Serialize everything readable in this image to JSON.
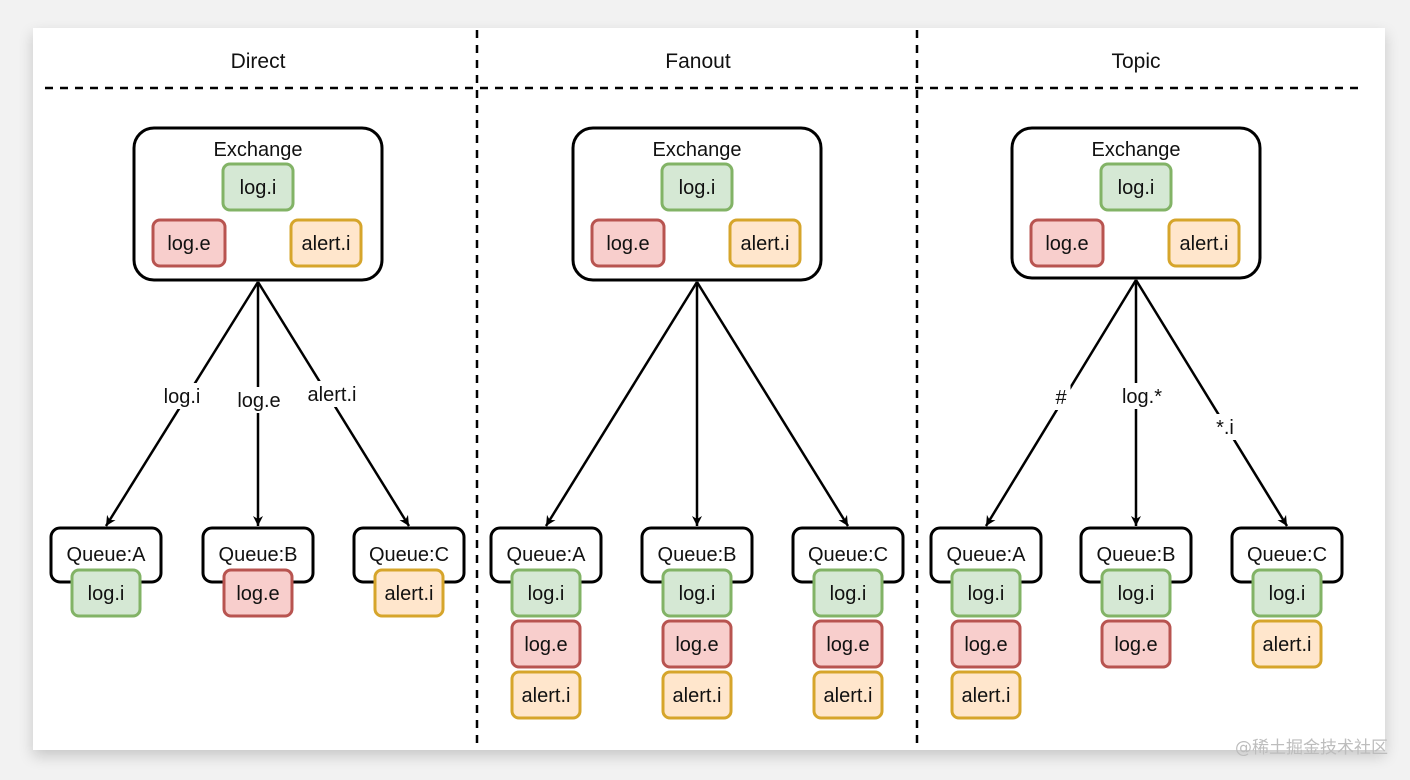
{
  "colors": {
    "info_fill": "#d5e8d4",
    "info_stroke": "#82b366",
    "error_fill": "#f8cecc",
    "error_stroke": "#b85450",
    "alert_fill": "#ffe6cc",
    "alert_stroke": "#d6a52b",
    "line": "#000000"
  },
  "sections": [
    {
      "title": "Direct",
      "exchange": {
        "label": "Exchange",
        "keys": [
          "log.i",
          "log.e",
          "alert.i"
        ]
      },
      "edge_labels": [
        "log.i",
        "log.e",
        "alert.i"
      ],
      "queues": [
        {
          "name": "Queue:A",
          "messages": [
            "log.i"
          ]
        },
        {
          "name": "Queue:B",
          "messages": [
            "log.e"
          ]
        },
        {
          "name": "Queue:C",
          "messages": [
            "alert.i"
          ]
        }
      ]
    },
    {
      "title": "Fanout",
      "exchange": {
        "label": "Exchange",
        "keys": [
          "log.i",
          "log.e",
          "alert.i"
        ]
      },
      "edge_labels": [
        "",
        "",
        ""
      ],
      "queues": [
        {
          "name": "Queue:A",
          "messages": [
            "log.i",
            "log.e",
            "alert.i"
          ]
        },
        {
          "name": "Queue:B",
          "messages": [
            "log.i",
            "log.e",
            "alert.i"
          ]
        },
        {
          "name": "Queue:C",
          "messages": [
            "log.i",
            "log.e",
            "alert.i"
          ]
        }
      ]
    },
    {
      "title": "Topic",
      "exchange": {
        "label": "Exchange",
        "keys": [
          "log.i",
          "log.e",
          "alert.i"
        ]
      },
      "edge_labels": [
        "#",
        "log.*",
        "*.i"
      ],
      "queues": [
        {
          "name": "Queue:A",
          "messages": [
            "log.i",
            "log.e",
            "alert.i"
          ]
        },
        {
          "name": "Queue:B",
          "messages": [
            "log.i",
            "log.e"
          ]
        },
        {
          "name": "Queue:C",
          "messages": [
            "log.i",
            "alert.i"
          ]
        }
      ]
    }
  ],
  "watermark": "@稀土掘金技术社区"
}
